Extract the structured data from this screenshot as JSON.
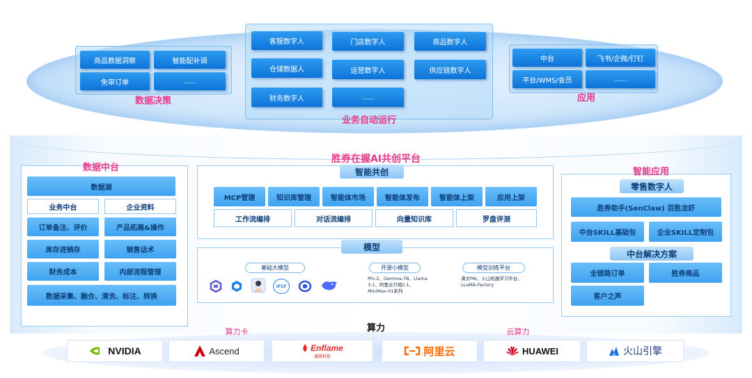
{
  "top": {
    "data_decision": {
      "title": "数据决策",
      "items": [
        "商品数据洞察",
        "智能配补调",
        "免审订单",
        "......"
      ]
    },
    "business_auto": {
      "title": "业务自动运行",
      "items": [
        "客服数字人",
        "门店数字人",
        "商品数字人",
        "仓储数据人",
        "运营数字人",
        "供应链数字人",
        "财务数字人",
        "......"
      ]
    },
    "application": {
      "title": "应用",
      "items": [
        "中台",
        "飞书/企微/钉钉",
        "平台/WMS/会员",
        "......"
      ]
    }
  },
  "platform": {
    "title": "胜券在握AI共创平台",
    "co_creation": {
      "title": "智能共创",
      "row1": [
        "MCP管理",
        "知识库管理",
        "智能体市场",
        "智能体发布",
        "智能体上架",
        "应用上架"
      ],
      "row2": [
        "工作流编排",
        "对话流编排",
        "向量知识库",
        "罗盘评测"
      ]
    },
    "model": {
      "title": "模型",
      "base_title": "基础大模型",
      "base_logos": [
        "model-logo-1",
        "model-logo-2",
        "model-logo-3",
        "model-logo-iflytek",
        "model-logo-5",
        "model-logo-deepseek"
      ],
      "base_logo_iflytek_text": "iFLY",
      "open_title": "开源小模型",
      "open_lines": [
        "Phi-2、Gemma-7B、Llama",
        "3.1、阿里云万相2.1、",
        "MiniMax-01系列"
      ],
      "train_title": "模型训练平台",
      "train_lines": [
        "满文PAI、火山机器学习平台、",
        "LLaMA-Factory"
      ]
    }
  },
  "data_center": {
    "title": "数据中台",
    "lake": "数据湖",
    "row_a": [
      "业务中台",
      "企业资料"
    ],
    "row_b": [
      "订单备注、评价",
      "产品拓展&操作"
    ],
    "row_c": [
      "库存进销存",
      "销售话术"
    ],
    "row_d": [
      "财务成本",
      "内部流程管理"
    ],
    "bottom": "数据采集、融合、清洗、标注、转换"
  },
  "smart_app": {
    "title": "智能应用",
    "retail_title": "零售数字人",
    "assistant": "胜券助手(SenClaw) 百胜龙虾",
    "skills": [
      "中台SKILL基础包",
      "企业SKILL定制包"
    ],
    "solution_title": "中台解决方案",
    "solutions": [
      "全链路订单",
      "胜券商品",
      "客户之声"
    ]
  },
  "compute": {
    "title": "算力",
    "card_label": "算力卡",
    "cloud_label": "云算力",
    "vendors": [
      "NVIDIA",
      "Ascend",
      "Enflame",
      "阿里云",
      "HUAWEI",
      "火山引擎"
    ],
    "enflame_sub": "燧原科技"
  },
  "colors": {
    "accent_pink": "#e8388a",
    "blue_button": "#0d74d8",
    "light_button": "#3fa3f1"
  }
}
